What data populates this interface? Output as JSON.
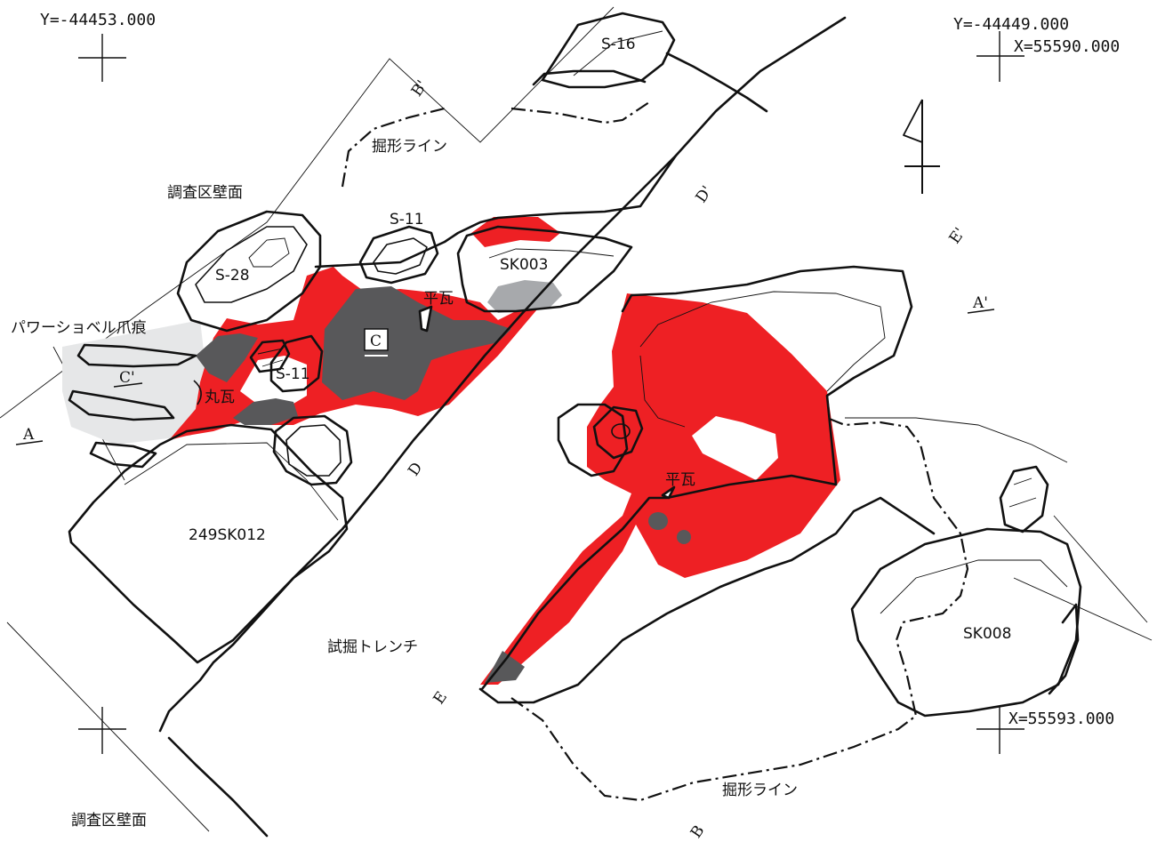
{
  "coordinates": {
    "top_left_y": "Y=-44453.000",
    "top_right_y": "Y=-44449.000",
    "top_right_x": "X=55590.000",
    "bottom_right_x": "X=55593.000"
  },
  "labels": {
    "wall_top": "調査区壁面",
    "wall_bottom": "調査区壁面",
    "excavation_line_top": "掘形ライン",
    "excavation_line_bottom": "掘形ライン",
    "trial_trench": "試掘トレンチ",
    "shovel_marks": "パワーショベル爪痕",
    "round_tile": "丸瓦",
    "flat_tile_left": "平瓦",
    "flat_tile_right": "平瓦"
  },
  "features": {
    "s16": "S-16",
    "s11_upper": "S-11",
    "s11_lower": "S-11",
    "s28": "S-28",
    "sk003": "SK003",
    "sk008": "SK008",
    "sk012": "249SK012",
    "c_box": "C"
  },
  "sections": {
    "a": "A",
    "a_prime": "A'",
    "b_top": "B'",
    "b_bottom": "B",
    "c_prime": "C'",
    "d_upper": "D'",
    "d_lower": "D",
    "e_upper": "E'",
    "e_lower": "E"
  },
  "colors": {
    "burnt_red": "#ee2024",
    "dark_gray": "#58585a",
    "light_gray": "#e6e7e8",
    "mid_gray": "#a7a9ac"
  },
  "icons": {
    "north_arrow": "north-arrow-icon",
    "grid_cross": "grid-cross-icon"
  }
}
